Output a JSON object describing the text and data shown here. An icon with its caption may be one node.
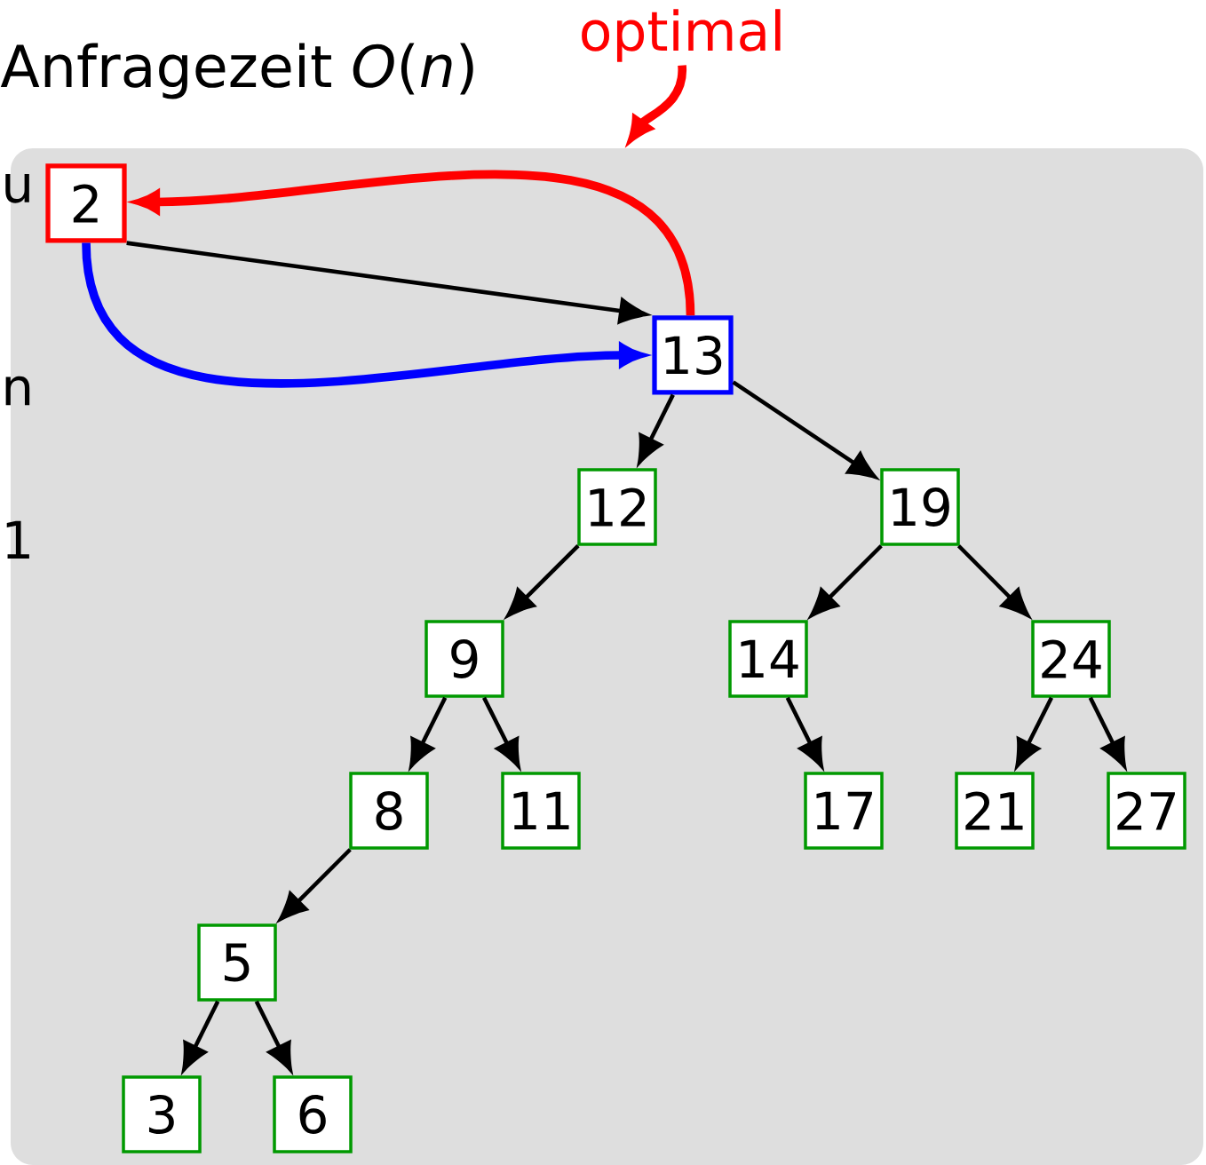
{
  "diagram": {
    "title": "Anfragezeit *O*(*n*)",
    "nodes": [
      {
        "text": [
          "optimal"
        ]
      },
      {
        "text": [],
        "shape": "box"
      },
      {
        "text": [
          "2"
        ],
        "in": 1
      },
      {
        "text": [
          "13"
        ],
        "in": 1
      },
      {
        "text": [
          "12"
        ],
        "in": 1
      },
      {
        "text": [
          "19"
        ],
        "in": 1
      },
      {
        "text": [
          "9"
        ],
        "in": 1
      },
      {
        "text": [
          "14"
        ],
        "in": 1
      },
      {
        "text": [
          "24"
        ],
        "in": 1
      },
      {
        "text": [
          "8"
        ],
        "in": 1
      },
      {
        "text": [
          "11"
        ],
        "in": 1
      },
      {
        "text": [
          "17"
        ],
        "in": 1
      },
      {
        "text": [
          "21"
        ],
        "in": 1
      },
      {
        "text": [
          "27"
        ],
        "in": 1
      },
      {
        "text": [
          "5"
        ],
        "in": 1
      },
      {
        "text": [
          "3"
        ],
        "in": 1
      },
      {
        "text": [
          "6"
        ],
        "in": 1
      }
    ],
    "edges": [
      {
        "from": 0,
        "to": 1,
        "arrow": "to",
        "style": "thick",
        "color": "#ff0000"
      },
      {
        "from": 2,
        "to": 3,
        "arrow": "to"
      },
      {
        "from": 2,
        "to": 3,
        "arrow": "to",
        "style": "thick",
        "color": "#0000ff"
      },
      {
        "from": 3,
        "to": 2,
        "arrow": "to",
        "style": "thick",
        "color": "#ff0000"
      },
      {
        "from": 3,
        "to": 4,
        "arrow": "to"
      },
      {
        "from": 3,
        "to": 5,
        "arrow": "to"
      },
      {
        "from": 4,
        "to": 6,
        "arrow": "to"
      },
      {
        "from": 5,
        "to": 7,
        "arrow": "to"
      },
      {
        "from": 5,
        "to": 8,
        "arrow": "to"
      },
      {
        "from": 6,
        "to": 9,
        "arrow": "to"
      },
      {
        "from": 6,
        "to": 10,
        "arrow": "to"
      },
      {
        "from": 7,
        "to": 11,
        "arrow": "to"
      },
      {
        "from": 8,
        "to": 12,
        "arrow": "to"
      },
      {
        "from": 8,
        "to": 13,
        "arrow": "to"
      },
      {
        "from": 9,
        "to": 14,
        "arrow": "to"
      },
      {
        "from": 14,
        "to": 15,
        "arrow": "to"
      },
      {
        "from": 14,
        "to": 16,
        "arrow": "to"
      }
    ],
    "labels": [
      "u",
      "n",
      "1"
    ]
  }
}
